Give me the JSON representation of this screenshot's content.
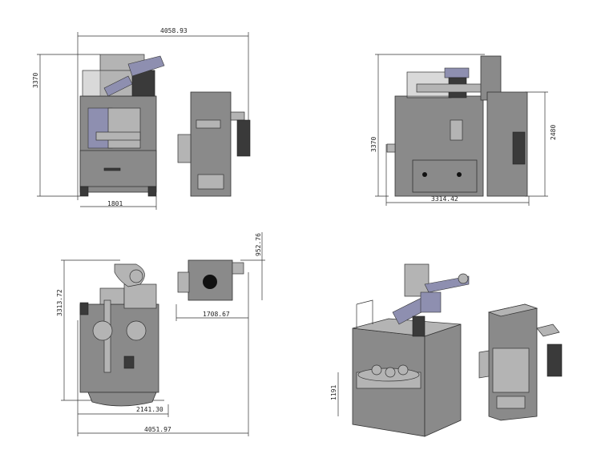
{
  "views": {
    "front": {
      "width_total": "4058.93",
      "height": "3370",
      "width_machine": "1801"
    },
    "side": {
      "height": "3370",
      "height_collector": "2480",
      "width": "3314.42"
    },
    "top": {
      "depth": "3313.72",
      "collector_offset": "952.76",
      "collector_width": "1708.67",
      "machine_width": "2141.30",
      "total_width": "4051.97"
    },
    "iso": {
      "height_label": "1191"
    }
  },
  "colors": {
    "machine": "#8a8a8a",
    "accent": "#8e8fb0",
    "line": "#333333"
  }
}
